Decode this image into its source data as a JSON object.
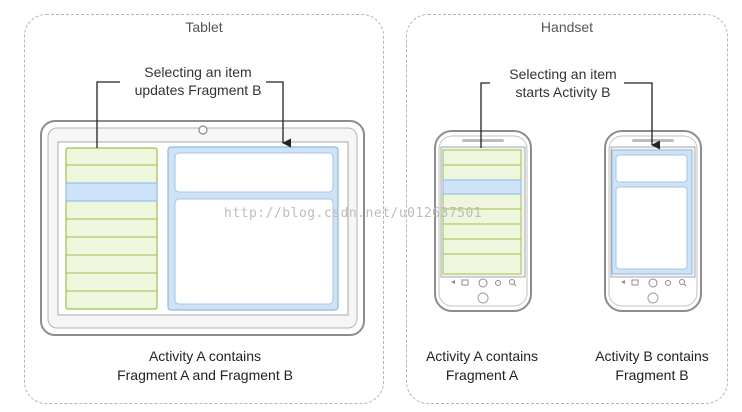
{
  "tablet": {
    "title": "Tablet",
    "callout": [
      "Selecting an item",
      "updates Fragment B"
    ],
    "caption": [
      "Activity A contains",
      "Fragment A and Fragment B"
    ]
  },
  "handset": {
    "title": "Handset",
    "callout": [
      "Selecting an item",
      "starts Activity B"
    ],
    "caption_a": [
      "Activity A contains",
      "Fragment A"
    ],
    "caption_b": [
      "Activity B contains",
      "Fragment B"
    ]
  },
  "watermark": "http://blog.csdn.net/u012637501",
  "colors": {
    "list_border": "#9bc24e",
    "list_fill": "#eef6dd",
    "highlight": "#cde3f8",
    "fragment_b": "#cfe3f7",
    "device_outline": "#8c8c8c"
  }
}
